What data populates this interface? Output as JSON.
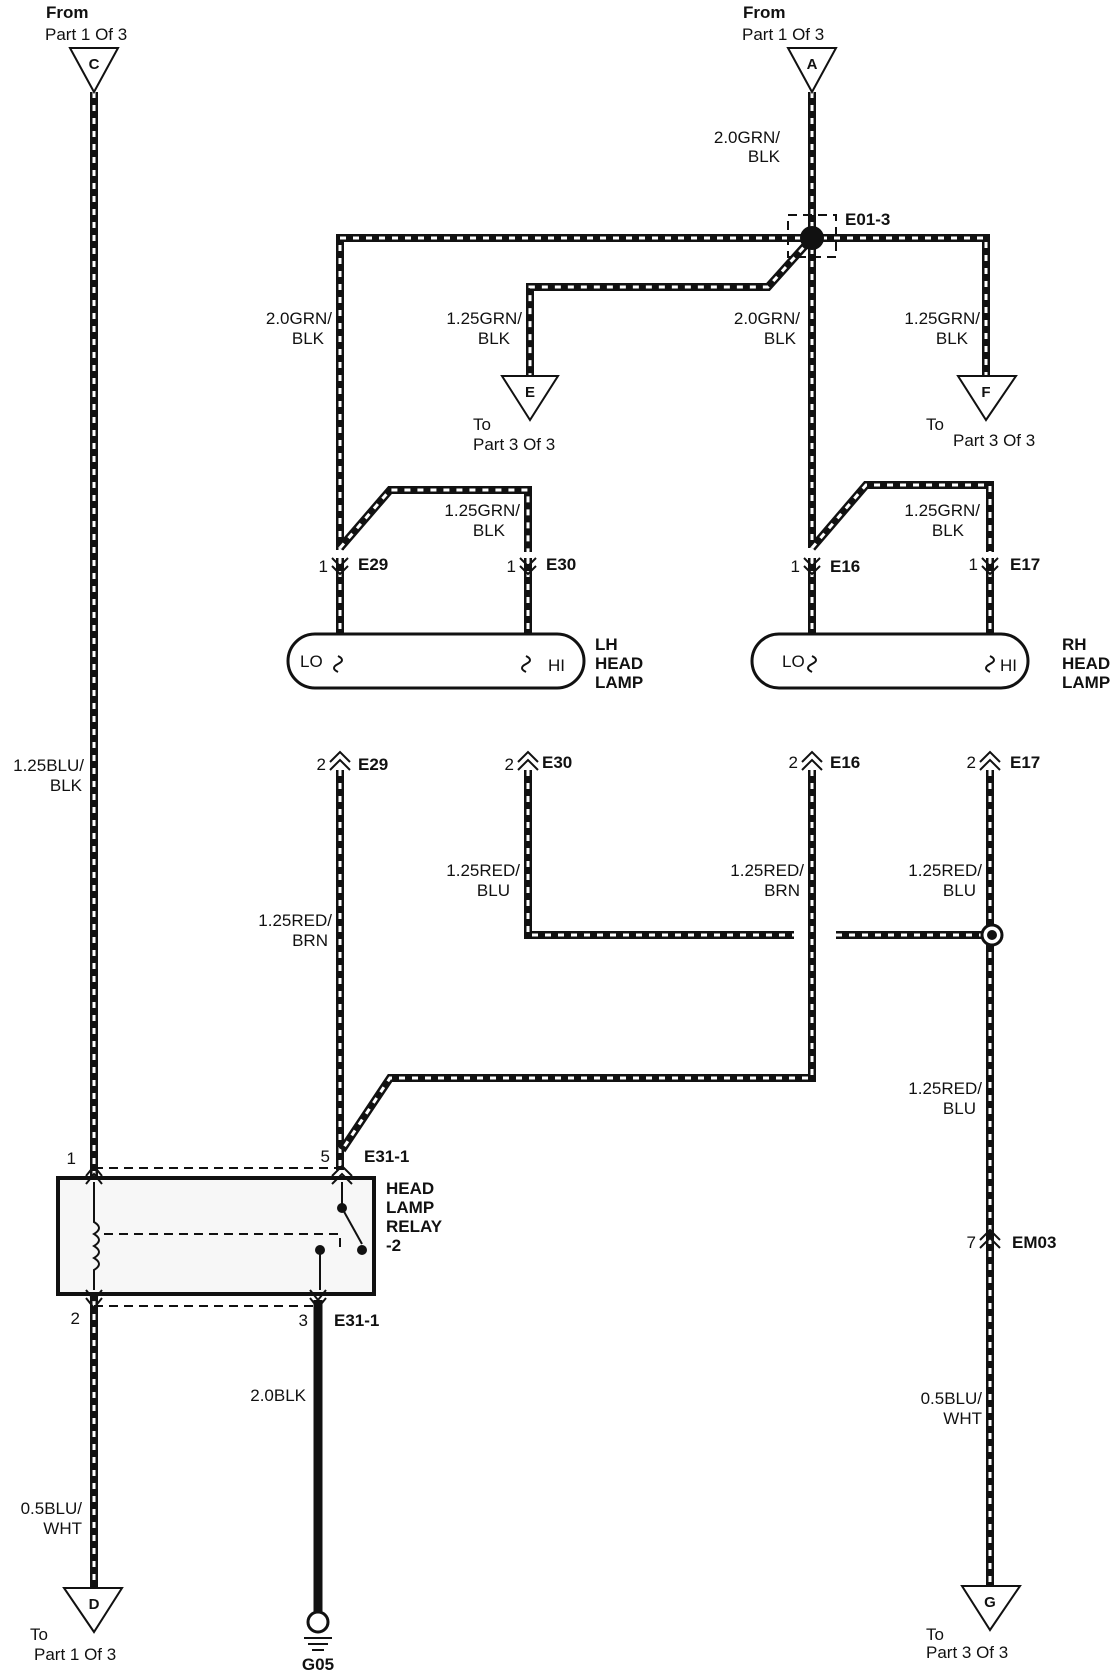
{
  "connectors": {
    "c": {
      "letter": "C",
      "direction": "From",
      "part": "Part 1 Of 3"
    },
    "a": {
      "letter": "A",
      "direction": "From",
      "part": "Part 1 Of 3"
    },
    "e": {
      "letter": "E",
      "direction": "To",
      "part": "Part 3 Of 3"
    },
    "f": {
      "letter": "F",
      "direction": "To",
      "part": "Part 3 Of 3"
    },
    "d": {
      "letter": "D",
      "direction": "To",
      "part": "Part 1 Of 3"
    },
    "g": {
      "letter": "G",
      "direction": "To",
      "part": "Part 3 Of 3"
    }
  },
  "wires": {
    "a_feed": [
      "2.0GRN/",
      "BLK"
    ],
    "lh_lo_feed": [
      "2.0GRN/",
      "BLK"
    ],
    "e_branch": [
      "1.25GRN/",
      "BLK"
    ],
    "rh_lo_feed": [
      "2.0GRN/",
      "BLK"
    ],
    "f_branch": [
      "1.25GRN/",
      "BLK"
    ],
    "lh_hi_feed": [
      "1.25GRN/",
      "BLK"
    ],
    "rh_hi_feed": [
      "1.25GRN/",
      "BLK"
    ],
    "c_wire": [
      "1.25BLU/",
      "BLK"
    ],
    "lh_hi_return": [
      "1.25RED/",
      "BLU"
    ],
    "rh_lo_return": [
      "1.25RED/",
      "BRN"
    ],
    "rh_hi_return": [
      "1.25RED/",
      "BLU"
    ],
    "lh_lo_return": [
      "1.25RED/",
      "BRN"
    ],
    "em03_upper": [
      "1.25RED/",
      "BLU"
    ],
    "ground_wire": [
      "2.0BLK"
    ],
    "d_wire": [
      "0.5BLU/",
      "WHT"
    ],
    "g_wire": [
      "0.5BLU/",
      "WHT"
    ]
  },
  "splice": {
    "label": "E01-3"
  },
  "pins": {
    "e29_top": {
      "num": "1",
      "name": "E29"
    },
    "e30_top": {
      "num": "1",
      "name": "E30"
    },
    "e16_top": {
      "num": "1",
      "name": "E16"
    },
    "e17_top": {
      "num": "1",
      "name": "E17"
    },
    "e29_bot": {
      "num": "2",
      "name": "E29"
    },
    "e30_bot": {
      "num": "2",
      "name": "E30"
    },
    "e16_bot": {
      "num": "2",
      "name": "E16"
    },
    "e17_bot": {
      "num": "2",
      "name": "E17"
    },
    "relay_1": {
      "num": "1"
    },
    "relay_5": {
      "num": "5",
      "name": "E31-1"
    },
    "relay_2": {
      "num": "2"
    },
    "relay_3": {
      "num": "3",
      "name": "E31-1"
    },
    "em03": {
      "num": "7",
      "name": "EM03"
    }
  },
  "lh_lamp": {
    "lo": "LO",
    "hi": "HI",
    "label": [
      "LH",
      "HEAD",
      "LAMP"
    ]
  },
  "rh_lamp": {
    "lo": "LO",
    "hi": "HI",
    "label": [
      "RH",
      "HEAD",
      "LAMP"
    ]
  },
  "relay": {
    "label": [
      "HEAD",
      "LAMP",
      "RELAY",
      "-2"
    ]
  },
  "ground": {
    "label": "G05"
  }
}
